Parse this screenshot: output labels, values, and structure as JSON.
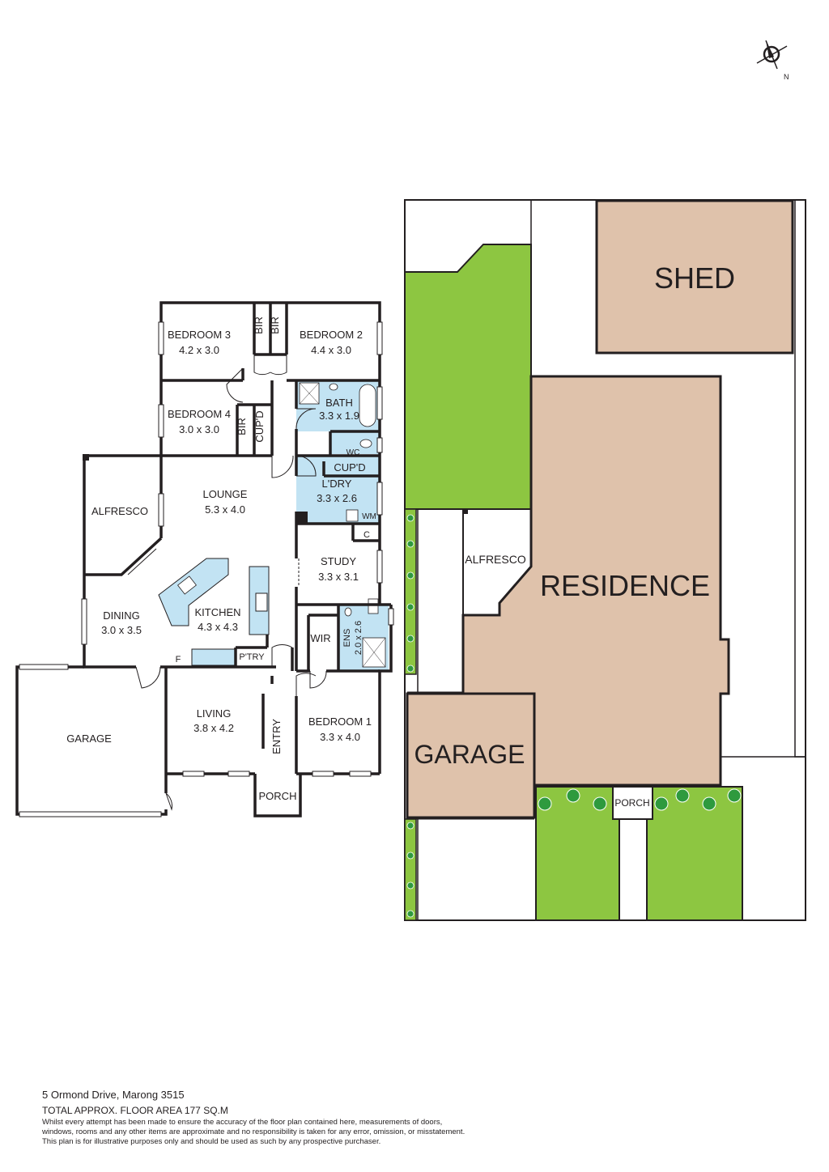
{
  "plan": {
    "compass_label": "N",
    "rooms": {
      "bedroom3": {
        "name": "BEDROOM 3",
        "dim": "4.2 x 3.0"
      },
      "bedroom2": {
        "name": "BEDROOM 2",
        "dim": "4.4 x 3.0"
      },
      "bedroom4": {
        "name": "BEDROOM 4",
        "dim": "3.0 x 3.0"
      },
      "bath": {
        "name": "BATH",
        "dim": "3.3 x 1.9"
      },
      "lounge": {
        "name": "LOUNGE",
        "dim": "5.3 x 4.0"
      },
      "laundry": {
        "name": "L'DRY",
        "dim": "3.3 x 2.6"
      },
      "study": {
        "name": "STUDY",
        "dim": "3.3 x 3.1"
      },
      "dining": {
        "name": "DINING",
        "dim": "3.0 x 3.5"
      },
      "kitchen": {
        "name": "KITCHEN",
        "dim": "4.3 x 4.3"
      },
      "living": {
        "name": "LIVING",
        "dim": "3.8 x 4.2"
      },
      "bedroom1": {
        "name": "BEDROOM 1",
        "dim": "3.3 x 4.0"
      },
      "ensuite": {
        "name": "ENS",
        "dim": "2.0 x 2.6"
      }
    },
    "labels": {
      "bir": "BIR",
      "cupd": "CUP'D",
      "wc": "WC",
      "wm": "WM",
      "c": "C",
      "f": "F",
      "pantry": "P'TRY",
      "wir": "WIR",
      "entry": "ENTRY",
      "porch": "PORCH",
      "alfresco": "ALFRESCO",
      "garage": "GARAGE"
    }
  },
  "site": {
    "shed": "SHED",
    "residence": "RESIDENCE",
    "garage": "GARAGE",
    "alfresco": "ALFRESCO",
    "porch": "PORCH"
  },
  "colors": {
    "wall": "#231f20",
    "wet_area": "#c2e3f3",
    "lawn": "#8dc641",
    "building": "#dfc2ab",
    "tree": "#2e9a3e"
  },
  "footer": {
    "address": "5 Ormond Drive, Marong 3515",
    "area": "TOTAL APPROX. FLOOR AREA 177 SQ.M",
    "disclaimer_1": "Whilst every attempt has been made to ensure the accuracy of the floor plan contained here, measurements of doors,",
    "disclaimer_2": "windows, rooms and any other items are approximate and no responsibility is taken for any error, omission, or misstatement.",
    "disclaimer_3": "This plan is for illustrative purposes only and should be used as such by any prospective purchaser."
  }
}
